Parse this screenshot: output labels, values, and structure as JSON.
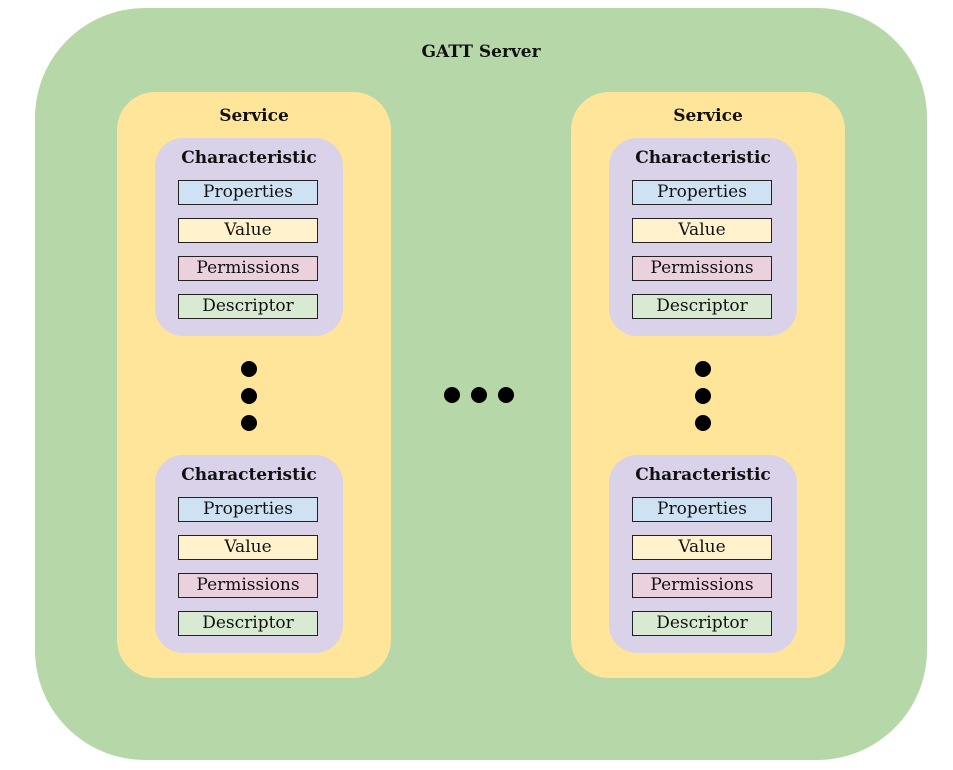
{
  "server": {
    "title": "GATT Server"
  },
  "services": [
    {
      "title": "Service",
      "characteristics": [
        {
          "title": "Characteristic",
          "properties": "Properties",
          "value": "Value",
          "permissions": "Permissions",
          "descriptor": "Descriptor"
        },
        {
          "title": "Characteristic",
          "properties": "Properties",
          "value": "Value",
          "permissions": "Permissions",
          "descriptor": "Descriptor"
        }
      ]
    },
    {
      "title": "Service",
      "characteristics": [
        {
          "title": "Characteristic",
          "properties": "Properties",
          "value": "Value",
          "permissions": "Permissions",
          "descriptor": "Descriptor"
        },
        {
          "title": "Characteristic",
          "properties": "Properties",
          "value": "Value",
          "permissions": "Permissions",
          "descriptor": "Descriptor"
        }
      ]
    }
  ],
  "colors": {
    "server": "#b6d7a8",
    "service": "#ffe599",
    "characteristic": "#d9d2e9",
    "properties": "#cfe2f3",
    "value": "#fff2cc",
    "permissions": "#ead1dc",
    "descriptor": "#d9ead3"
  }
}
